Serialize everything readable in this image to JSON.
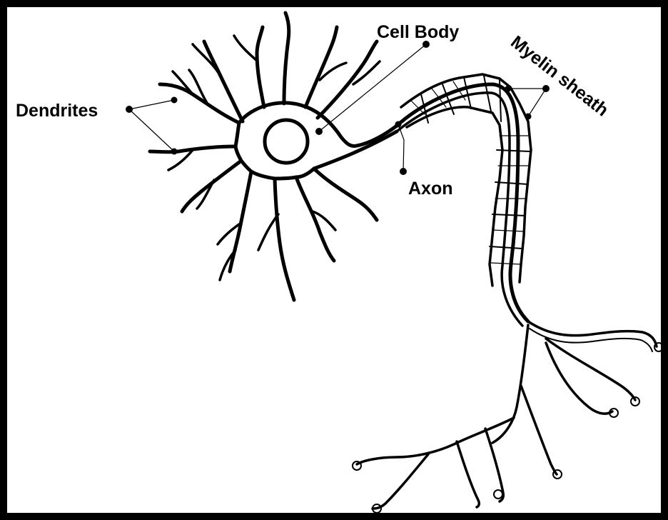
{
  "diagram": {
    "labels": {
      "dendrites": "Dendrites",
      "cell_body": "Cell Body",
      "myelin_sheath": "Myelin sheath",
      "axon": "Axon"
    },
    "colors": {
      "ink": "#000000",
      "paper": "#ffffff",
      "border": "#000000"
    }
  }
}
